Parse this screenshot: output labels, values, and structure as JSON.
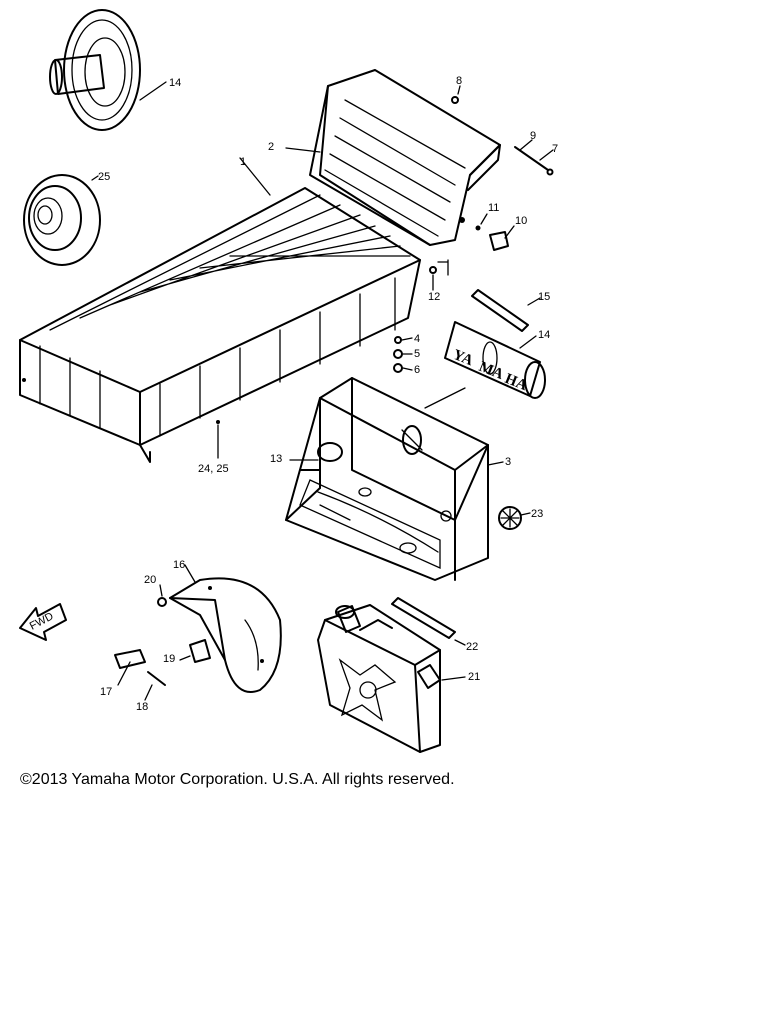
{
  "copyright": "©2013 Yamaha Motor Corporation. U.S.A. All rights reserved.",
  "callouts": {
    "c1": "1",
    "c2": "2",
    "c3": "3",
    "c4": "4",
    "c5": "5",
    "c6": "6",
    "c7": "7",
    "c8": "8",
    "c9": "9",
    "c10": "10",
    "c11": "11",
    "c12": "12",
    "c13": "13",
    "c14a": "14",
    "c14b": "14",
    "c15": "15",
    "c16": "16",
    "c17": "17",
    "c18": "18",
    "c19": "19",
    "c20": "20",
    "c21": "21",
    "c22": "22",
    "c23": "23",
    "c24": "24, 25",
    "c25": "25"
  },
  "stamps": {
    "tube_letters": [
      "YA",
      "MA",
      "HA"
    ]
  },
  "fwd_arrow": "FWD"
}
